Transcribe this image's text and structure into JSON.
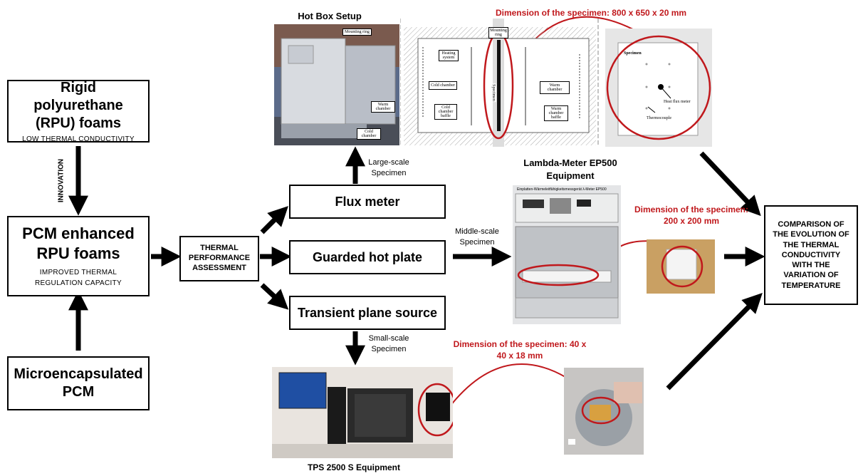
{
  "left": {
    "rpu_title": "Rigid polyurethane (RPU) foams",
    "rpu_sub": "LOW THERMAL CONDUCTIVITY",
    "innovation": "INNOVATION",
    "pcm_title": "PCM enhanced RPU foams",
    "pcm_sub": "IMPROVED THERMAL REGULATION CAPACITY",
    "micro_title": "Microencapsulated PCM"
  },
  "assessment": "THERMAL PERFORMANCE ASSESSMENT",
  "methods": {
    "flux": "Flux meter",
    "guarded": "Guarded hot plate",
    "transient": "Transient plane source"
  },
  "specimen_labels": {
    "large": "Large-scale Specimen",
    "middle": "Middle-scale Specimen",
    "small": "Small-scale Specimen"
  },
  "equipment": {
    "hotbox": "Hot Box Setup",
    "lambda": "Lambda-Meter EP500 Equipment",
    "tps": "TPS 2500 S Equipment"
  },
  "dimensions": {
    "hotbox": "Dimension of the specimen: 800 x 650 x 20 mm",
    "lambda": "Dimension of the specimen: 200 x 200 mm",
    "tps": "Dimension of the specimen: 40 x 40 x 18 mm"
  },
  "comparison": "COMPARISON OF THE EVOLUTION OF THE THERMAL CONDUCTIVITY WITH THE VARIATION OF TEMPERATURE",
  "photo_labels": {
    "mounting_ring": "Mounting ring",
    "warm_chamber": "Warm chamber",
    "cold_chamber": "Cold chamber"
  },
  "schematic_labels": {
    "mounting_ring": "Mounting ring",
    "heating_system": "Heating system",
    "cold_chamber": "Cold chamber",
    "cold_baffle": "Cold chamber baffle",
    "specimen": "Specimen",
    "warm_chamber": "Warm chamber",
    "warm_baffle": "Warm chamber baffle"
  },
  "specimen_view": {
    "title": "Specimen",
    "heat_flux": "Heat flux meter",
    "thermocouple": "Thermocouple"
  },
  "ep500": {
    "panel_text": "Einplatten-Wärmeleitfähigkeitsmessgerät λ-Meter EP500"
  },
  "colors": {
    "accent_red": "#c0181c",
    "line": "#000000"
  }
}
